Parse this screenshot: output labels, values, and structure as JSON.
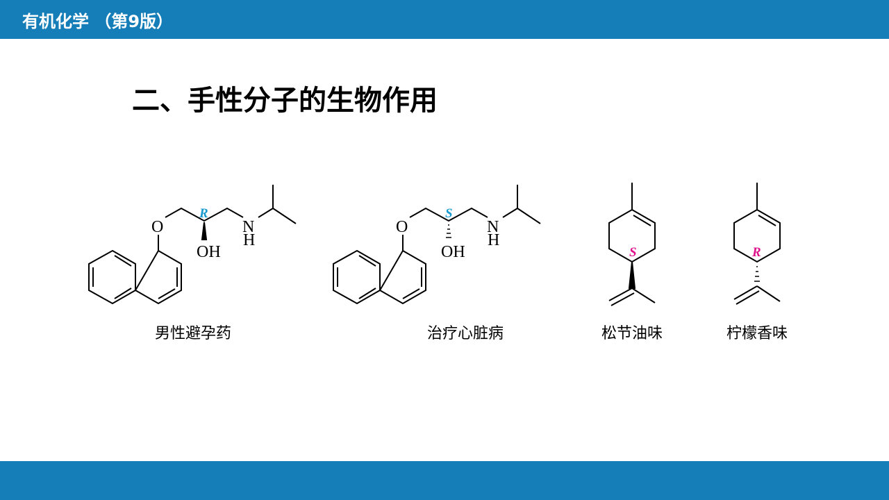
{
  "header": {
    "course_title": "有机化学 （第9版）"
  },
  "slide": {
    "title": "二、手性分子的生物作用"
  },
  "molecules": [
    {
      "caption": "男性避孕药",
      "config": "R",
      "config_color": "#1a9bd0",
      "atoms": {
        "o": "O",
        "oh": "OH",
        "n": "N",
        "h": "H"
      }
    },
    {
      "caption": "治疗心脏病",
      "config": "S",
      "config_color": "#1a9bd0",
      "atoms": {
        "o": "O",
        "oh": "OH",
        "n": "N",
        "h": "H"
      }
    },
    {
      "caption": "松节油味",
      "config": "S",
      "config_color": "#e0138c"
    },
    {
      "caption": "柠檬香味",
      "config": "R",
      "config_color": "#e0138c"
    }
  ],
  "colors": {
    "bar": "#157eb8"
  }
}
